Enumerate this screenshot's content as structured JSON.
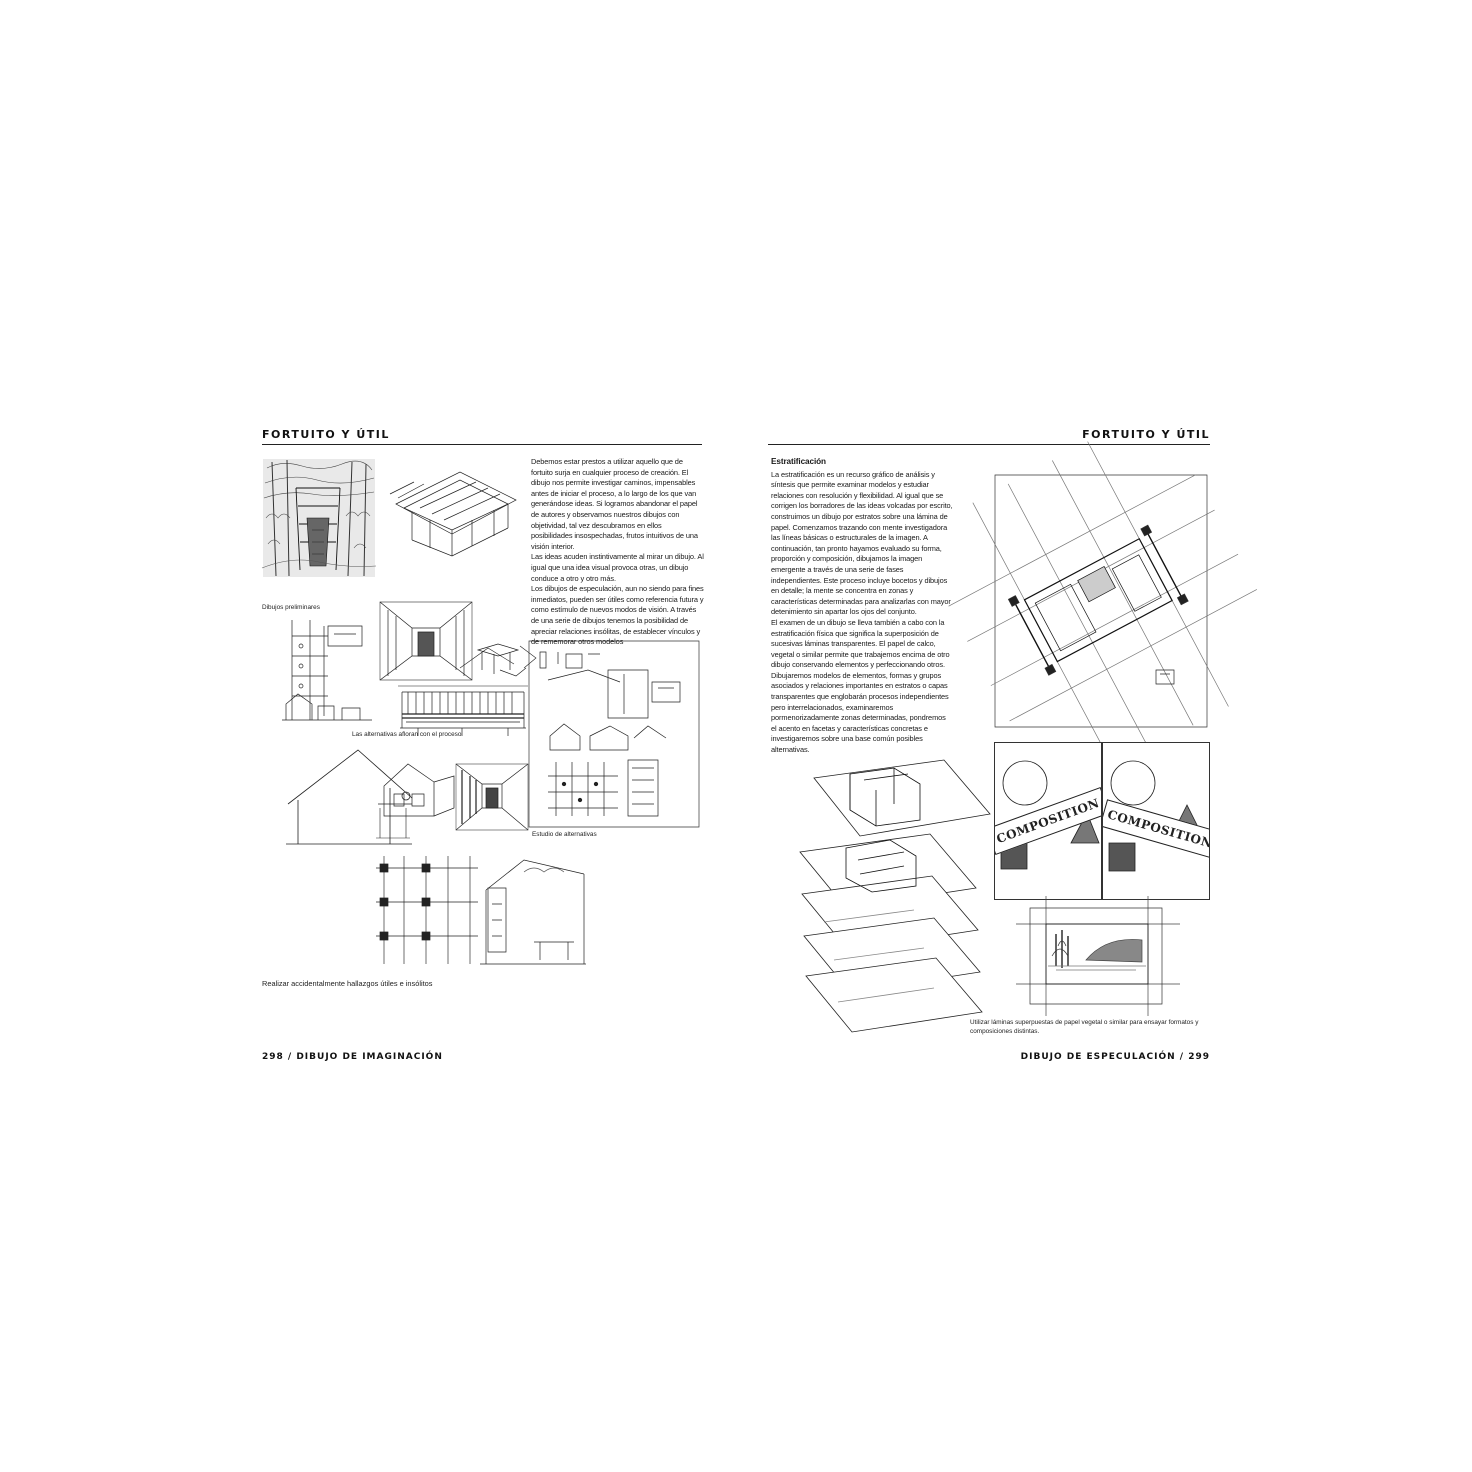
{
  "left_page": {
    "running_head": "FORTUITO Y ÚTIL",
    "body": [
      "Debemos estar prestos a utilizar aquello que de fortuito surja en cualquier proceso de creación. El dibujo nos permite investigar caminos, impensables antes de iniciar el proceso, a lo largo de los que van generándose ideas. Si logramos abandonar el papel de autores y observamos nuestros dibujos con objetividad, tal vez descubramos en ellos posibilidades insospechadas, frutos intuitivos de una visión interior.",
      "Las ideas acuden instintivamente al mirar un dibujo. Al igual que una idea visual provoca otras, un dibujo conduce a otro y otro más.",
      "Los dibujos de especulación, aun no siendo para fines inmediatos, pueden ser útiles como referencia futura y como estímulo de nuevos modos de visión. A través de una serie de dibujos tenemos la posibilidad de apreciar relaciones insólitas, de establecer vínculos y de rememorar otros modelos"
    ],
    "captions": {
      "preliminares": "Dibujos preliminares",
      "alternativas": "Las alternativas afloran con el proceso",
      "estudio": "Estudio de alternativas",
      "main": "Realizar accidentalmente hallazgos útiles e insólitos"
    },
    "folio": "298 / DIBUJO DE IMAGINACIÓN"
  },
  "right_page": {
    "running_head": "FORTUITO Y ÚTIL",
    "subhead": "Estratificación",
    "body": [
      "La estratificación es un recurso gráfico de análisis y síntesis que permite examinar modelos y estudiar relaciones con resolución y flexibilidad. Al igual que se corrigen los borradores de las ideas volcadas por escrito, construimos un dibujo por estratos sobre una lámina de papel. Comenzamos trazando con mente investigadora las líneas básicas o estructurales de la imagen. A continuación, tan pronto hayamos evaluado su forma, proporción y composición, dibujamos la imagen emergente a través de una serie de fases independientes. Este proceso incluye bocetos y dibujos en detalle; la mente se concentra en zonas y características determinadas para analizarlas con mayor detenimiento sin apartar los ojos del conjunto.",
      "El examen de un dibujo se lleva también a cabo con la estratificación física que significa la superposición de sucesivas láminas transparentes. El papel de calco, vegetal o similar permite que trabajemos encima de otro dibujo conservando elementos y perfeccionando otros. Dibujaremos modelos de elementos, formas y grupos asociados y relaciones importantes en estratos o capas transparentes que englobarán procesos independientes pero interrelacionados, examinaremos pormenorizadamente zonas determinadas, pondremos el acento en facetas y características concretas e investigaremos sobre una base común posibles alternativas."
    ],
    "composition_word": "COMPOSITION",
    "caption": "Utilizar láminas superpuestas de papel vegetal o similar para ensayar formatos y composiciones distintas.",
    "folio": "DIBUJO DE ESPECULACIÓN / 299"
  }
}
